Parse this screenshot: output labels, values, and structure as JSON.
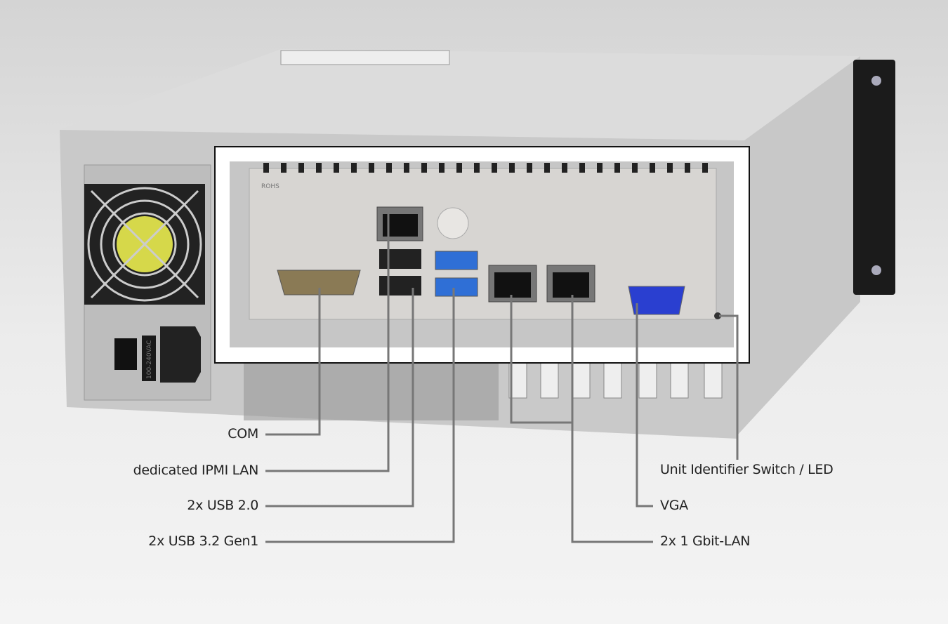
{
  "labels": {
    "com": "COM",
    "ipmi": "dedicated IPMI LAN",
    "usb2": "2x USB 2.0",
    "usb3": "2x USB 3.2 Gen1",
    "uid": "Unit Identifier Switch / LED",
    "vga": "VGA",
    "lan": "2x 1 Gbit-LAN"
  },
  "printed": {
    "rohs": "ROHS",
    "psu_voltage": "100-240VAC"
  },
  "colors": {
    "leader": "#777777",
    "usb3": "#2f6fd6",
    "vga": "#2a3fd0"
  }
}
